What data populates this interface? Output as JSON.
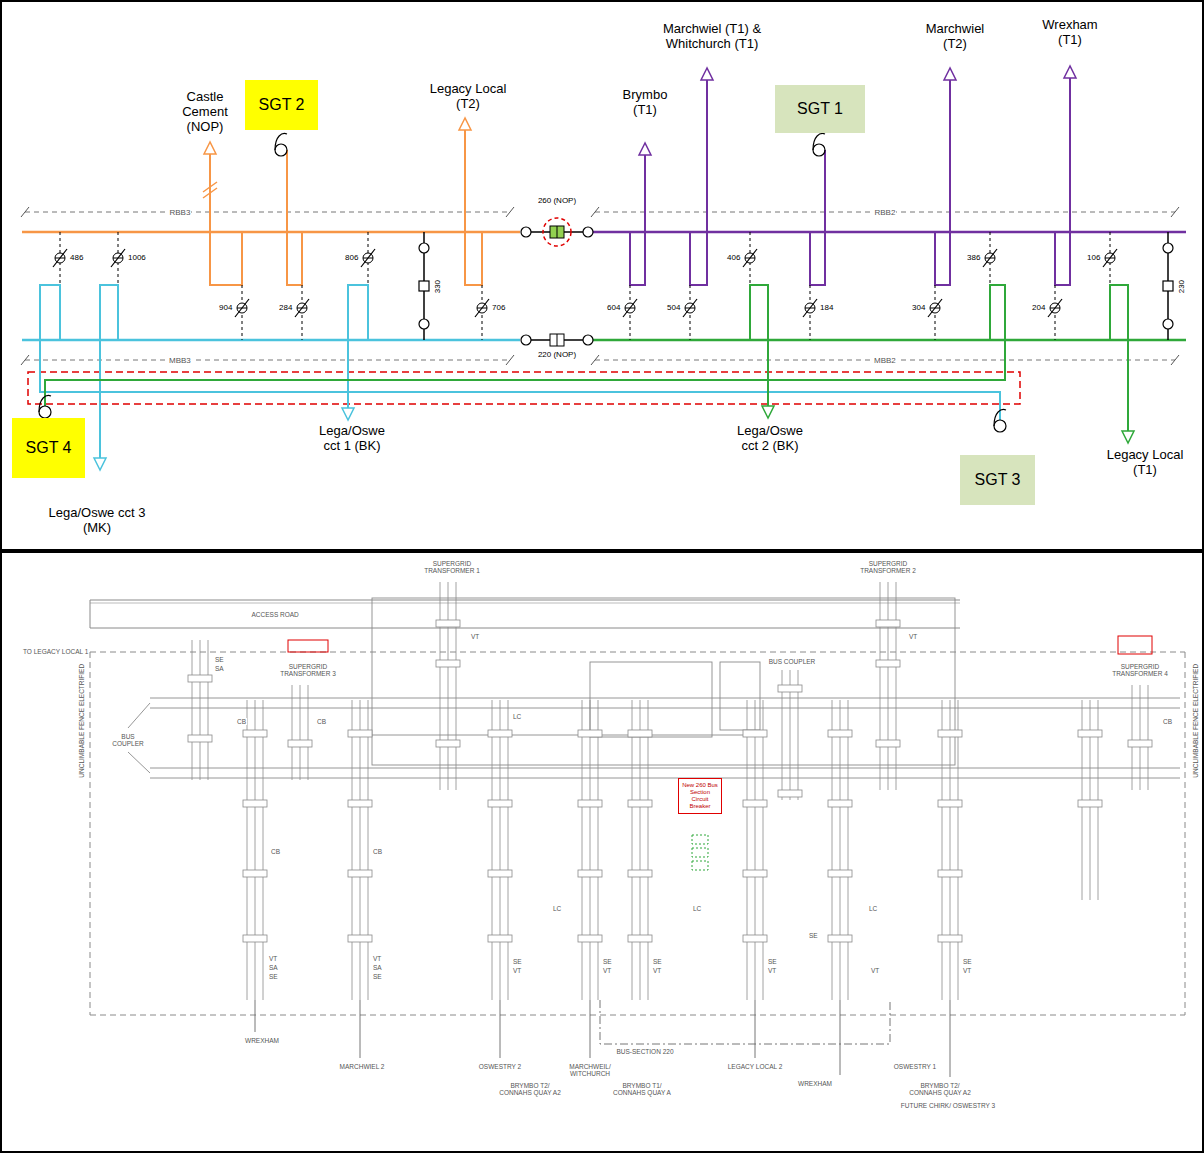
{
  "diagram": {
    "nodes": [
      {
        "text": [
          "SGT 2"
        ]
      },
      {
        "text": [
          "SGT 1"
        ]
      },
      {
        "text": [
          "SGT 4"
        ]
      },
      {
        "text": [
          "SGT 3"
        ]
      },
      {
        "text": [
          "New 260 Bus Section Circuit Breaker"
        ]
      }
    ],
    "labels": [
      "Castle Cement (NOP)",
      "Legacy Local (T2)",
      "Brymbo (T1)",
      "Marchwiel (T1) & Whitchurch (T1)",
      "Marchwiel (T2)",
      "Wrexham (T1)",
      "RBB3",
      "260 (NOP)",
      "RBB2",
      "486",
      "1006",
      "904",
      "284",
      "806",
      "330",
      "706",
      "604",
      "504",
      "406",
      "184",
      "304",
      "386",
      "204",
      "106",
      "230",
      "220 (NOP)",
      "MBB3",
      "MBB2",
      "Lega/Oswe cct 1 (BK)",
      "Lega/Oswe cct 2 (BK)",
      "Legacy Local (T1)",
      "Lega/Oswe cct 3 (MK)",
      "SUPERGRID TRANSFORMER 1",
      "SUPERGRID TRANSFORMER 2",
      "ACCESS ROAD",
      "TO LEGACY LOCAL 1",
      "SUPERGRID TRANSFORMER 3",
      "SUPERGRID TRANSFORMER 4",
      "BUS COUPLER",
      "BUS COUPLER",
      "VT",
      "VT",
      "CB",
      "CB",
      "CB",
      "SE",
      "SA",
      "LC",
      "LC",
      "LC",
      "LC",
      "CB",
      "CB",
      "VT",
      "SA",
      "SE",
      "VT",
      "SA",
      "SE",
      "SE",
      "VT",
      "SE",
      "VT",
      "SE",
      "VT",
      "SE",
      "VT",
      "SE",
      "VT",
      "SE",
      "VT",
      "WREXHAM",
      "MARCHWIEL 2",
      "BUS-SECTION 220",
      "OSWESTRY 2",
      "MARCHWEIL/ WITCHURCH",
      "BRYMBO T2/ CONNAHS QUAY A2",
      "BRYMBO T1/ CONNAHS QUAY A",
      "LEGACY LOCAL 2",
      "WREXHAM",
      "OSWESTRY 1",
      "BRYMBO T2/ CONNAHS QUAY A2",
      "FUTURE CHIRK/ OSWESTRY 3",
      "UNCLIMBABLE FENCE ELECTRIFIED",
      "UNCLIMBABLE FENCE ELECTRIFIED"
    ]
  }
}
